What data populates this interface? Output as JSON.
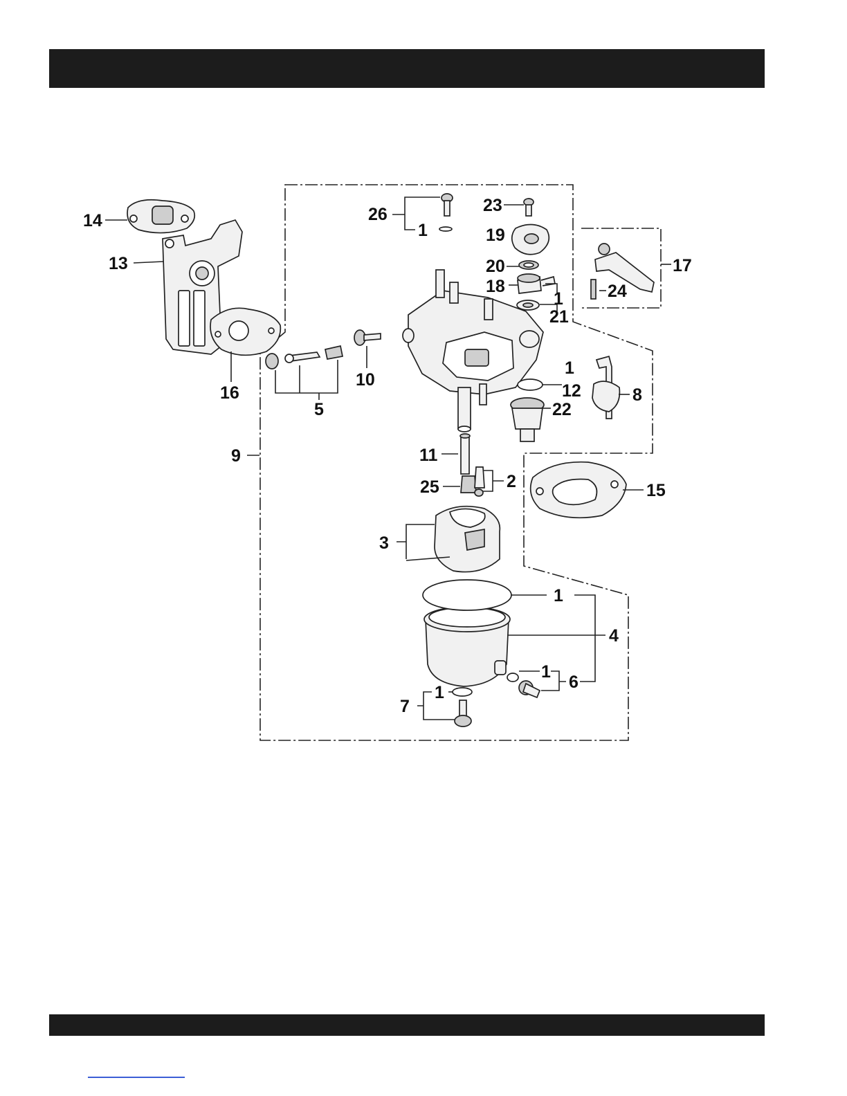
{
  "callouts": {
    "c1a": "1",
    "c1b": "1",
    "c1c": "1",
    "c1d": "1",
    "c1e": "1",
    "c1f": "1",
    "c2": "2",
    "c3": "3",
    "c4": "4",
    "c5": "5",
    "c6": "6",
    "c7": "7",
    "c8": "8",
    "c9": "9",
    "c10": "10",
    "c11": "11",
    "c12": "12",
    "c13": "13",
    "c14": "14",
    "c15": "15",
    "c16": "16",
    "c17": "17",
    "c18": "18",
    "c19": "19",
    "c20": "20",
    "c21": "21",
    "c22": "22",
    "c23": "23",
    "c24": "24",
    "c25": "25",
    "c26": "26"
  },
  "colors": {
    "bar": "#1c1c1c",
    "ink": "#111111",
    "footer_rule": "#3b5ed6"
  }
}
